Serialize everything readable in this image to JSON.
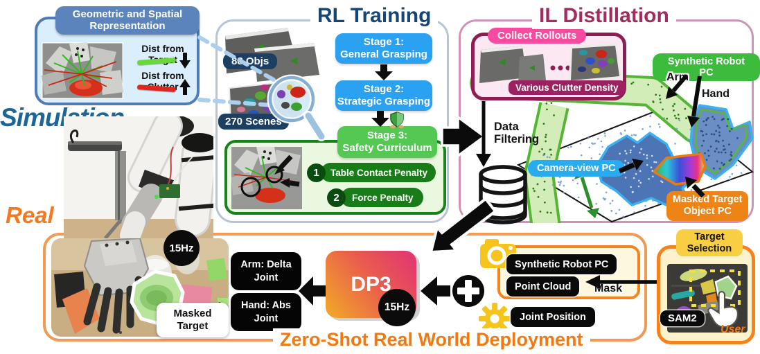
{
  "sim": {
    "label": "Simulation",
    "geo_box": {
      "title": "Geometric and Spatial\nRepresentation",
      "dist_target": "Dist from Target",
      "dist_clutter": "Dist from Clutter"
    }
  },
  "real_label": "Real",
  "rl": {
    "title": "RL Training",
    "objs_badge": "88 Objs",
    "scenes_badge": "270 Scenes",
    "stages": [
      {
        "label": "Stage 1:\nGeneral Grasping"
      },
      {
        "label": "Stage 2:\nStrategic Grasping"
      },
      {
        "label": "Stage 3:\nSafety Curriculum"
      }
    ],
    "penalties": [
      {
        "num": "1",
        "label": "Table Contact Penalty"
      },
      {
        "num": "2",
        "label": "Force Penalty"
      }
    ]
  },
  "il": {
    "title": "IL Distillation",
    "collect_rollouts": "Collect Rollouts",
    "various_clutter": "Various Clutter Density",
    "data_filtering": "Data\nFiltering",
    "synthetic_robot_pc": "Synthetic Robot PC",
    "arm": "Arm",
    "hand": "Hand",
    "camera_view_pc": "Camera-view PC",
    "masked_target_pc": "Masked Target\nObject PC"
  },
  "deploy": {
    "title": "Zero-Shot Real World Deployment",
    "photo_rate": "15Hz",
    "masked_target": "Masked\nTarget",
    "arm_output": "Arm: Delta\nJoint",
    "hand_output": "Hand: Abs\nJoint",
    "policy": "DP3",
    "policy_rate": "15Hz",
    "synthetic_robot_pc": "Synthetic Robot PC",
    "point_cloud": "Point Cloud",
    "mask": "Mask",
    "joint_position": "Joint Position"
  },
  "target_selection": {
    "title": "Target\nSelection",
    "sam2": "SAM2",
    "user": "User"
  },
  "icons": {
    "magnifier": "magnifying-glass",
    "database": "database-cylinder",
    "camera": "camera",
    "gear": "gear",
    "plus": "plus-circle",
    "hand_cursor": "hand-cursor",
    "safety_stage": "shield-in-hands",
    "dist_target_arrow": "arrow-down",
    "dist_clutter_arrow": "arrow-up"
  },
  "colors": {
    "sim_blue": "#1b679c",
    "rl_title_navy": "#164677",
    "stage_blue": "#2ba1f1",
    "stage_green": "#55c854",
    "safety_green": "#17821b",
    "navy_badge": "#1d3f63",
    "il_title_maroon": "#a12c60",
    "pink_pill": "#f74ba0",
    "maroon": "#8e1d52",
    "green_pill": "#3cbb3c",
    "blue_pill": "#29abf2",
    "orange_pill": "#ee8316",
    "deploy_orange": "#f5780f",
    "dp3_gradient_start": "#f0a02c",
    "dp3_gradient_end": "#e23a6e",
    "icon_yellow": "#f6c51d"
  }
}
